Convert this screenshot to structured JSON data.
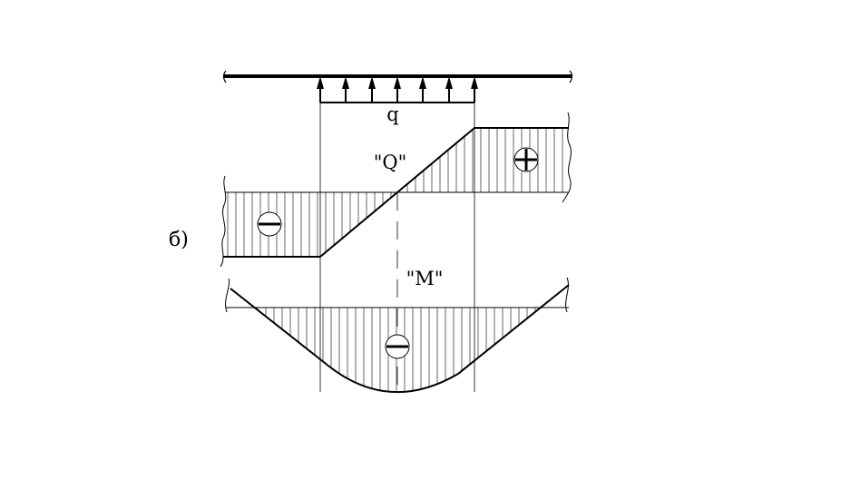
{
  "figure": {
    "part_label": "б)",
    "load_label": "q",
    "shear_label": "\"Q\"",
    "moment_label": "\"M\"",
    "shear_left_sign": "minus",
    "shear_right_sign": "plus",
    "moment_sign": "minus"
  },
  "colors": {
    "line": "#000000",
    "background": "#ffffff"
  }
}
